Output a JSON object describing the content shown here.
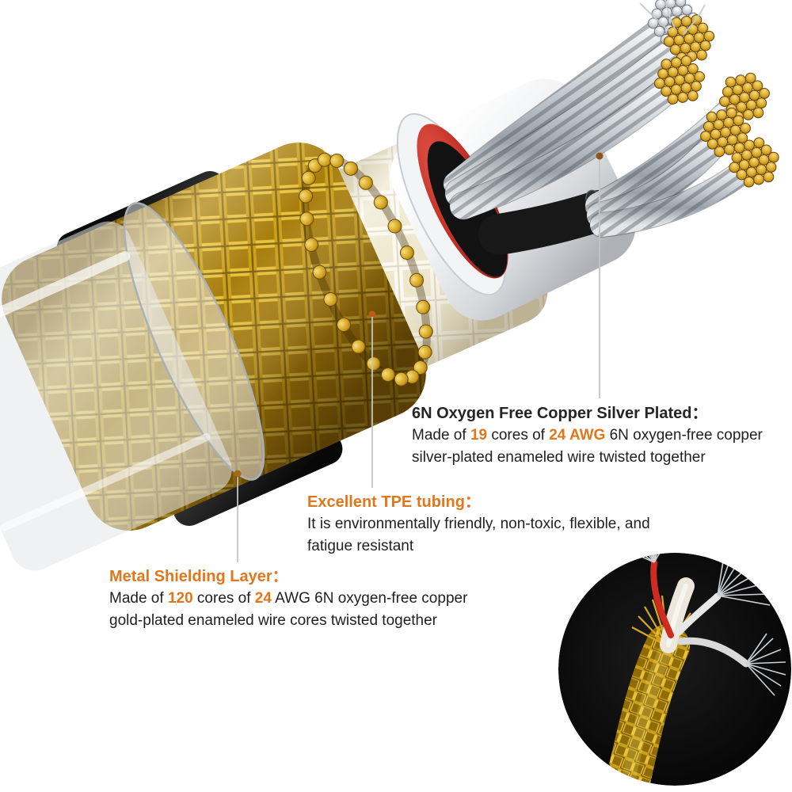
{
  "colors": {
    "background": "#ffffff",
    "accent_orange": "#e2761b",
    "title_dark": "#252525",
    "body_text": "#1f1f1f",
    "leader_line": "#c4c4c4",
    "callout_dot_orange": "#c05a14",
    "callout_dot_brown": "#8d5515",
    "braid_gold": "#d4a41c",
    "silver_wire": "#c3c9cf",
    "inner_red": "#b02a20",
    "tpe_white": "#f3f4f5",
    "cotton_cream": "#eee7cd",
    "photo_background": "#060606"
  },
  "annotations": {
    "copper": {
      "title": "6N Oxygen Free Copper Silver Plated：",
      "line1": [
        {
          "text": "Made of "
        },
        {
          "text": "19"
        },
        {
          "text": " cores of "
        },
        {
          "text": "24 AWG"
        },
        {
          "text": " 6N oxygen-free copper"
        }
      ],
      "line2": [
        {
          "text": "silver-plated enameled wire twisted together"
        }
      ]
    },
    "tpe": {
      "title": "Excellent TPE tubing：",
      "line1": [
        {
          "text": "It is environmentally friendly, non-toxic, flexible, and"
        }
      ],
      "line2": [
        {
          "text": "fatigue resistant"
        }
      ]
    },
    "shielding": {
      "title": "Metal Shielding Layer：",
      "line1": [
        {
          "text": "Made of "
        },
        {
          "text": "120"
        },
        {
          "text": " cores of "
        },
        {
          "text": "24"
        },
        {
          "text": " AWG 6N oxygen-free copper"
        }
      ],
      "line2": [
        {
          "text": "gold-plated enameled wire cores twisted together"
        }
      ]
    }
  },
  "diagram": {
    "parts": {
      "clear_jacket": "transparent-outer-jacket",
      "black_wrap": "black-inner-wrap",
      "shield_braid": "gold-metal-shielding-braid",
      "shield_wire_ends": "gold-shield-wire-end-ring",
      "cotton_wrap": "cream-woven-wrap",
      "tpe_tube": "white-tpe-tube",
      "inner_red_layer": "red-inner-layer",
      "wire_bundles": "silver-plated-copper-wire-bundles",
      "wire_tips": "twisted-strand-end-clusters",
      "photo_inset": "real-cable-photo-inset"
    }
  }
}
